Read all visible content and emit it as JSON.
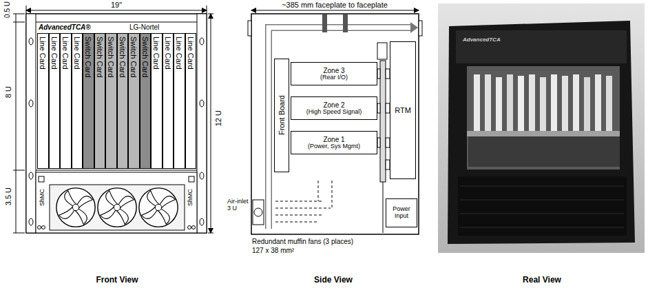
{
  "diagram": {
    "nodes": [
      {
        "text": [
          "Line Card"
        ]
      },
      {
        "text": [
          "Line Card"
        ]
      },
      {
        "text": [
          "Line Card"
        ]
      },
      {
        "text": [
          "Line Card"
        ]
      },
      {
        "text": [
          "Switch Card"
        ]
      },
      {
        "text": [
          "Switch Card"
        ]
      },
      {
        "text": [
          "Switch Card"
        ]
      },
      {
        "text": [
          "Switch Card"
        ]
      },
      {
        "text": [
          "Switch Card"
        ]
      },
      {
        "text": [
          "Switch Card"
        ]
      },
      {
        "text": [
          "Line Card"
        ]
      },
      {
        "text": [
          "Line Card"
        ]
      },
      {
        "text": [
          "Line Card"
        ]
      },
      {
        "text": [
          "Line Card"
        ]
      },
      {
        "text": [
          "Front Board"
        ]
      },
      {
        "text": [
          "Zone 3",
          "(Rear I/O)"
        ]
      },
      {
        "text": [
          "Zone 2",
          "(High Speed Signal)"
        ]
      },
      {
        "text": [
          "Zone 1",
          "(Power, Sys Mgmt)"
        ]
      },
      {
        "text": [
          "RTM"
        ]
      },
      {
        "text": [
          "Power Input"
        ]
      }
    ],
    "labels": [
      "0.5 U",
      "19\"",
      "8 U",
      "3.5 U",
      "12 U",
      "AdvancedTCA®",
      "LG-Nortel",
      "ShMC",
      "ShMC",
      "~385 mm faceplate to faceplate",
      "Air-inlet 3 U",
      "Redundant muffin fans (3 places)",
      "127 x 38 mm²",
      "AdvancedTCA",
      "Front View",
      "Side View",
      "Real View"
    ]
  }
}
